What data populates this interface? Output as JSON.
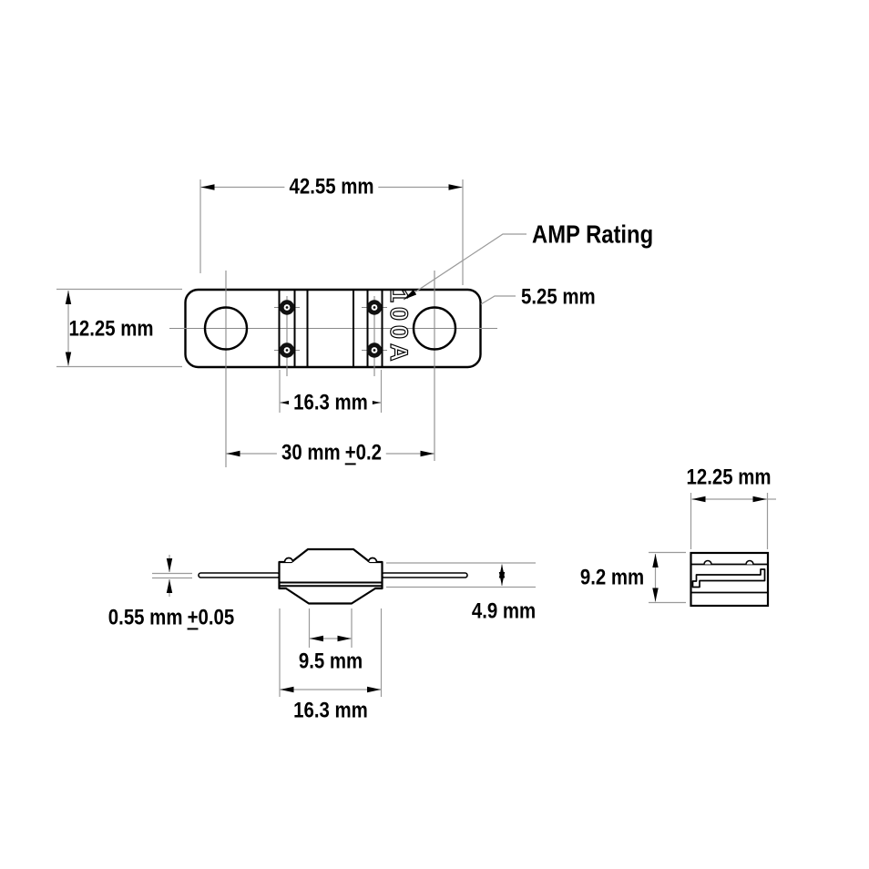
{
  "colors": {
    "object_line": "#000000",
    "dimension_line": "#9a9a9a",
    "centerline": "#8a8a8a",
    "text": "#000000",
    "background": "#ffffff",
    "marking_fill": "#ffffff"
  },
  "labels": {
    "amp_rating": "AMP Rating",
    "amp_rating_value": "100A"
  },
  "top_view": {
    "overall_length": "42.55 mm",
    "body_height": "12.25 mm",
    "element_width": "16.3 mm",
    "hole_spacing": {
      "value": "30 mm",
      "plus": "+",
      "tolerance": "0.2"
    },
    "corner_radius": "5.25 mm"
  },
  "side_view": {
    "strip_thickness": {
      "value": "0.55 mm",
      "plus": "+",
      "tolerance": "0.05"
    },
    "body_height": "4.9 mm",
    "inner_width": "9.5 mm",
    "body_width": "16.3 mm"
  },
  "end_view": {
    "width": "12.25 mm",
    "height": "9.2 mm"
  }
}
